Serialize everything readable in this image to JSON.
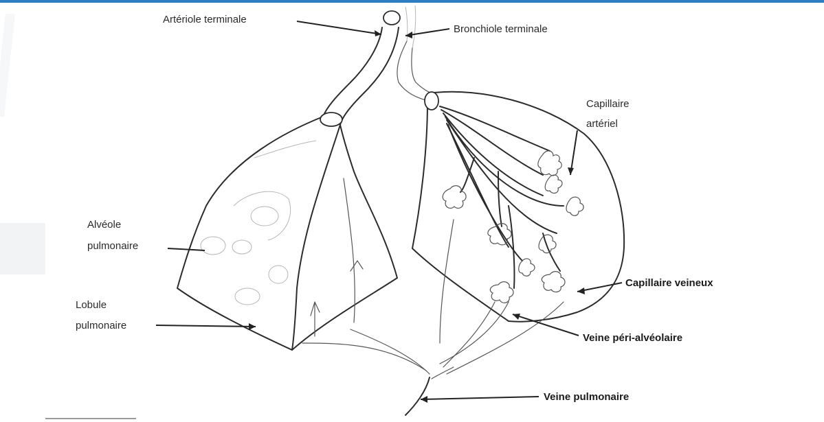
{
  "labels": {
    "arteriole": "Artériole terminale",
    "bronchiole": "Bronchiole terminale",
    "capillaire_arteriel_1": "Capillaire",
    "capillaire_arteriel_2": "artériel",
    "alveole_1": "Alvéole",
    "alveole_2": "pulmonaire",
    "lobule_1": "Lobule",
    "lobule_2": "pulmonaire",
    "capillaire_veineux": "Capillaire veineux",
    "veine_peri": "Veine péri-alvéolaire",
    "veine_pulmonaire": "Veine pulmonaire"
  },
  "colors": {
    "accent_bar": "#2d7ec4",
    "line": "#2b2b2b",
    "background": "#ffffff"
  }
}
